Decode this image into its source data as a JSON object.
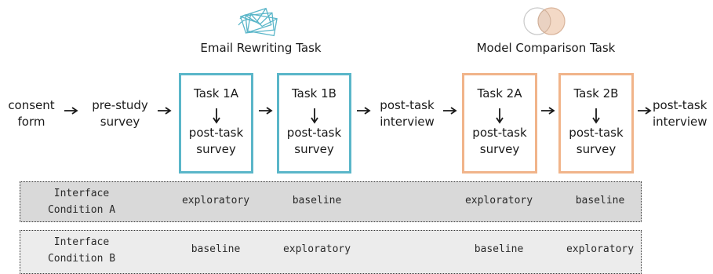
{
  "headers": {
    "email": "Email Rewriting Task",
    "model": "Model Comparison Task"
  },
  "icons": {
    "email": "envelopes-icon",
    "model": "venn-circles-icon"
  },
  "colors": {
    "email_box": "#5ab6c9",
    "model_box": "#f1b48a",
    "condition_a_bg": "#d9d9d9",
    "condition_b_bg": "#ececec"
  },
  "flow": {
    "consent": [
      "consent",
      "form"
    ],
    "pre_survey": [
      "pre-study",
      "survey"
    ],
    "post_interview_1": [
      "post-task",
      "interview"
    ],
    "post_interview_2": [
      "post-task",
      "interview"
    ]
  },
  "tasks": [
    {
      "title": "Task 1A",
      "sub": [
        "post-task",
        "survey"
      ]
    },
    {
      "title": "Task 1B",
      "sub": [
        "post-task",
        "survey"
      ]
    },
    {
      "title": "Task 2A",
      "sub": [
        "post-task",
        "survey"
      ]
    },
    {
      "title": "Task 2B",
      "sub": [
        "post-task",
        "survey"
      ]
    }
  ],
  "conditions": [
    {
      "label": [
        "Interface",
        "Condition A"
      ],
      "cells": [
        "exploratory",
        "baseline",
        "exploratory",
        "baseline"
      ]
    },
    {
      "label": [
        "Interface",
        "Condition B"
      ],
      "cells": [
        "baseline",
        "exploratory",
        "baseline",
        "exploratory"
      ]
    }
  ]
}
